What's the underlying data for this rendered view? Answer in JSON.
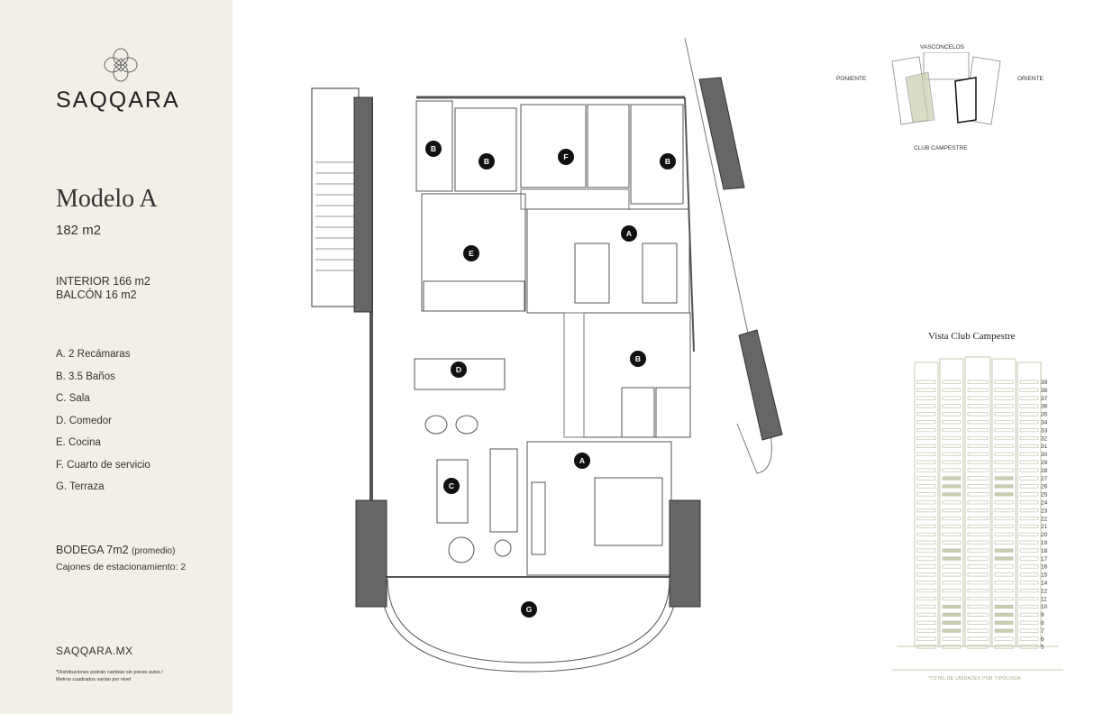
{
  "colors": {
    "sidebar_bg": "#f2efe6",
    "wall": "#666666",
    "badge": "#111111",
    "highlight": "#c9d0b0",
    "tower_line": "#b8bc9c"
  },
  "brand": {
    "name": "SAQQARA",
    "logo_icon": "quatrefoil-logo-icon"
  },
  "model": {
    "title": "Modelo A",
    "area": "182 m2",
    "interior": "INTERIOR 166 m2",
    "balcony": "BALCÓN 16 m2"
  },
  "legend": [
    "A. 2 Recámaras",
    "B. 3.5 Baños",
    "C. Sala",
    "D. Comedor",
    "E. Cocina",
    "F. Cuarto de servicio",
    "G. Terraza"
  ],
  "bodega": {
    "label": "BODEGA 7m2",
    "note": "(promedio)"
  },
  "parking": "Cajones de estacionamiento: 2",
  "website": "SAQQARA.MX",
  "disclaimer": [
    "*Distribuciones podrán cambiar sin previo aviso /",
    "Metros cuadrados varían por nivel"
  ],
  "plan": {
    "badges": [
      "B",
      "B",
      "F",
      "B",
      "A",
      "E",
      "D",
      "B",
      "A",
      "C",
      "G"
    ]
  },
  "orientation": {
    "north": "VASCONCELOS",
    "west": "PONIENTE",
    "east": "ORIENTE",
    "south": "CLUB CAMPESTRE"
  },
  "vista": {
    "title": "Vista Club Campestre",
    "floors": [
      "39",
      "38",
      "37",
      "36",
      "35",
      "34",
      "33",
      "32",
      "31",
      "30",
      "29",
      "28",
      "27",
      "26",
      "25",
      "24",
      "23",
      "22",
      "21",
      "20",
      "19",
      "18",
      "17",
      "16",
      "15",
      "14",
      "12",
      "11",
      "10",
      "9",
      "8",
      "7",
      "6",
      "5"
    ],
    "footnote": "*TOTAL DE UNIDADES POR TIPOLOGÍA"
  }
}
